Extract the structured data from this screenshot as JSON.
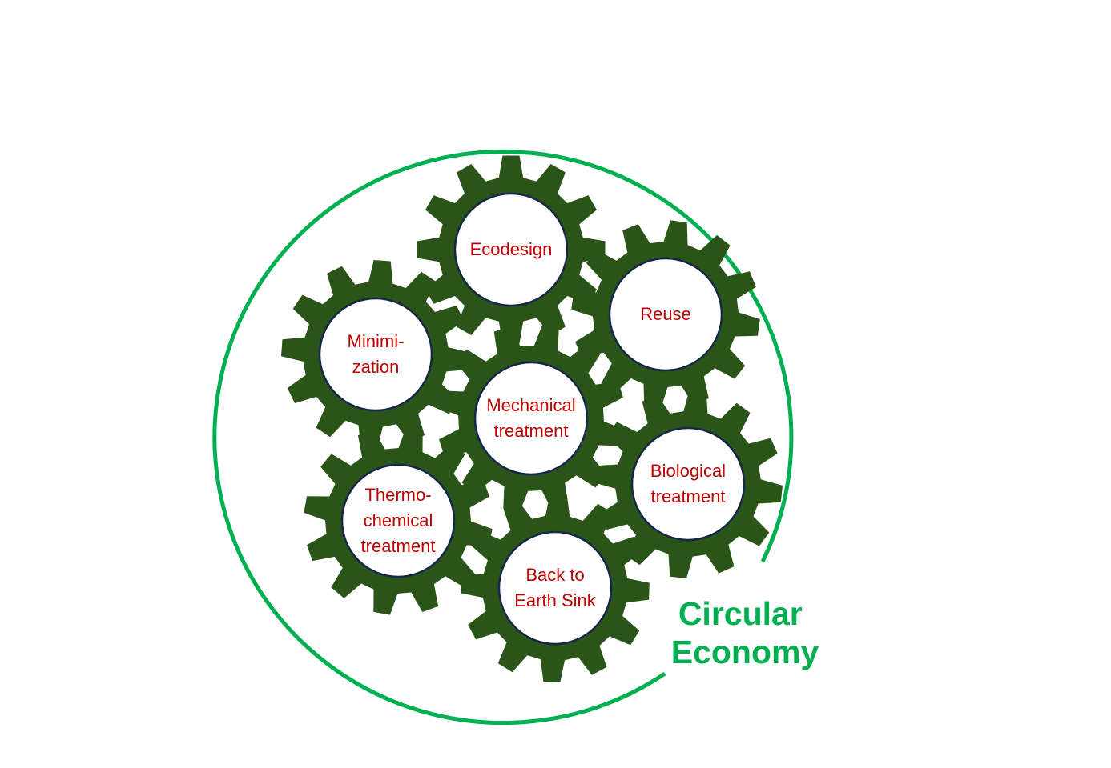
{
  "title": {
    "line1": "Circular",
    "line2": "Economy"
  },
  "colors": {
    "gear": "#2b5418",
    "label": "#c00000",
    "ring": "#00b050",
    "hole_border": "#16264a"
  },
  "gears": [
    {
      "id": "ecodesign",
      "lines": [
        "Ecodesign"
      ]
    },
    {
      "id": "reuse",
      "lines": [
        "Reuse"
      ]
    },
    {
      "id": "minimization",
      "lines": [
        "Minimi-",
        "zation"
      ]
    },
    {
      "id": "mechanical-treatment",
      "lines": [
        "Mechanical",
        "treatment"
      ]
    },
    {
      "id": "biological-treatment",
      "lines": [
        "Biological",
        "treatment"
      ]
    },
    {
      "id": "thermochemical-treatment",
      "lines": [
        "Thermo-",
        "chemical",
        "treatment"
      ]
    },
    {
      "id": "back-to-earth-sink",
      "lines": [
        "Back to",
        "Earth Sink"
      ]
    }
  ]
}
